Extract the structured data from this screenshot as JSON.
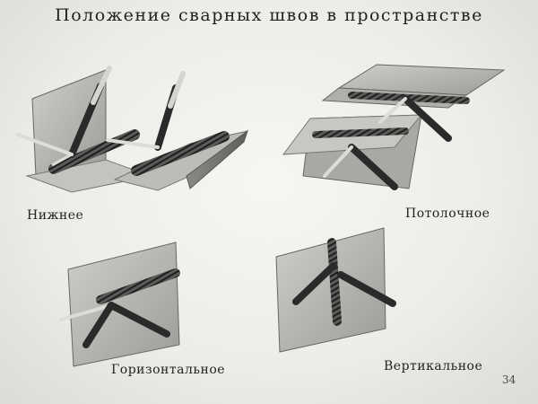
{
  "title": "Положение сварных швов в пространстве",
  "positions": [
    {
      "id": "lower",
      "label": "Нижнее"
    },
    {
      "id": "overhead",
      "label": "Потолочное"
    },
    {
      "id": "horizontal",
      "label": "Горизонтальное"
    },
    {
      "id": "vertical",
      "label": "Вертикальное"
    }
  ],
  "slide_number": "34",
  "colors": {
    "plate": "#b9b9b4",
    "plate_dark": "#7c7c78",
    "seam": "#3c3c3c",
    "holder": "#2a2a2a",
    "rod": "#d8d8d4"
  }
}
